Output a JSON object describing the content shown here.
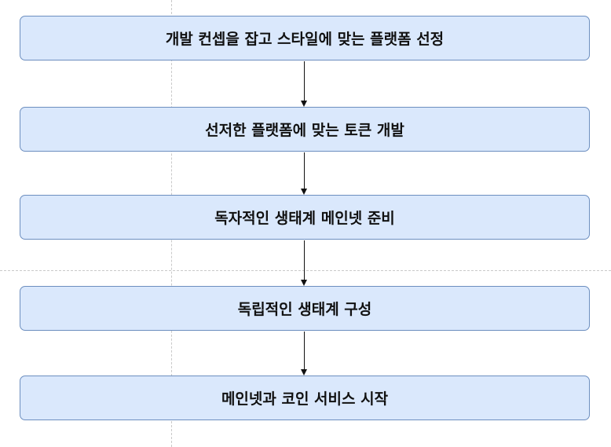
{
  "diagram": {
    "steps": [
      {
        "label": "개발 컨셉을 잡고 스타일에 맞는 플랫폼 선정"
      },
      {
        "label": "선저한 플랫폼에 맞는 토큰 개발"
      },
      {
        "label": "독자적인 생태계 메인넷 준비"
      },
      {
        "label": "독립적인 생태계 구성"
      },
      {
        "label": "메인넷과 코인 서비스 시작"
      }
    ],
    "colors": {
      "box_fill": "#dae8fc",
      "box_stroke": "#6c8ebf",
      "arrow": "#111111",
      "guide": "#c9c9c9"
    }
  }
}
